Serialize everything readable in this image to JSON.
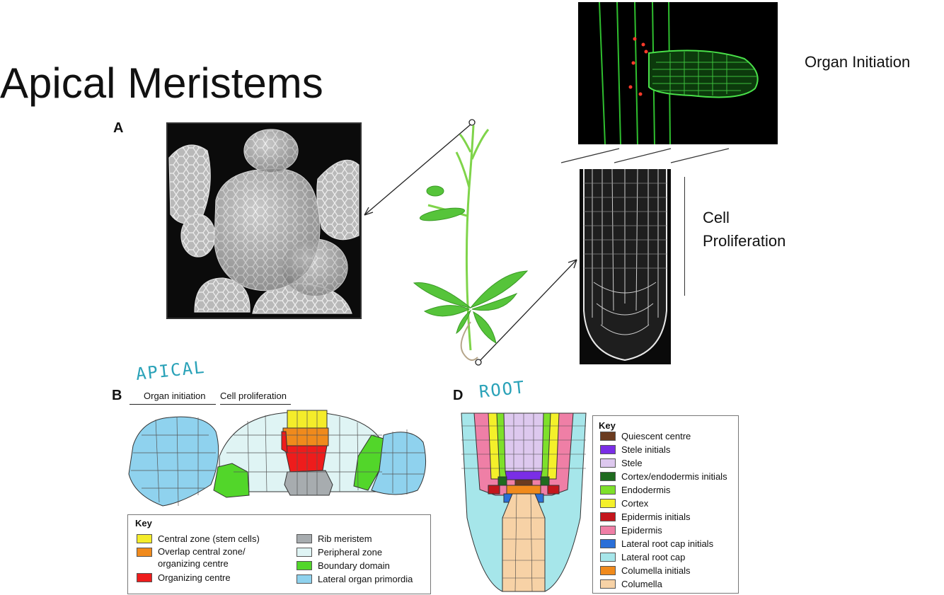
{
  "title": "Apical Meristems",
  "labels": {
    "panel_a": "A",
    "panel_b": "B",
    "panel_d": "D",
    "organ_initiation": "Organ Initiation",
    "cell_proliferation_line1": "Cell",
    "cell_proliferation_line2": "Proliferation"
  },
  "annotations": {
    "apical": "APICAL",
    "root": "ROOT"
  },
  "diagram_b": {
    "heading_left": "Organ initiation",
    "heading_right": "Cell proliferation",
    "key_title": "Key",
    "key_items": [
      {
        "label": "Central zone (stem cells)",
        "color": "#f4ec2a"
      },
      {
        "label": "Overlap central zone/\norganizing centre",
        "color": "#f08a1c"
      },
      {
        "label": "Organizing centre",
        "color": "#ee1c1c"
      },
      {
        "label": "Rib meristem",
        "color": "#a7acaf"
      },
      {
        "label": "Peripheral zone",
        "color": "#dff4f4"
      },
      {
        "label": "Boundary domain",
        "color": "#52d62a"
      },
      {
        "label": "Lateral organ primordia",
        "color": "#8fd2ee"
      }
    ]
  },
  "diagram_d": {
    "key_title": "Key",
    "key_items": [
      {
        "label": "Quiescent centre",
        "color": "#6b3b1f"
      },
      {
        "label": "Stele initials",
        "color": "#7a2ee6"
      },
      {
        "label": "Stele",
        "color": "#ddc8ee"
      },
      {
        "label": "Cortex/endodermis initials",
        "color": "#1f6b1f"
      },
      {
        "label": "Endodermis",
        "color": "#7ee02a"
      },
      {
        "label": "Cortex",
        "color": "#f4f02a"
      },
      {
        "label": "Epidermis initials",
        "color": "#c4161c"
      },
      {
        "label": "Epidermis",
        "color": "#ef7fa6"
      },
      {
        "label": "Lateral root cap initials",
        "color": "#2a6fd8"
      },
      {
        "label": "Lateral root cap",
        "color": "#a6e6ea"
      },
      {
        "label": "Columella initials",
        "color": "#f08a1c"
      },
      {
        "label": "Columella",
        "color": "#f7d2a6"
      }
    ]
  }
}
